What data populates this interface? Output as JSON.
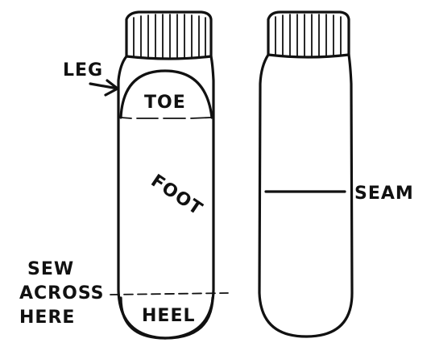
{
  "labels": {
    "leg": "LEG",
    "toe": "TOE",
    "foot": "FOOT",
    "heel": "HEEL",
    "seam": "SEAM",
    "instruction_line1": "SEW",
    "instruction_line2": "ACROSS",
    "instruction_line3": "HERE"
  },
  "colors": {
    "ink": "#111111",
    "paper": "#ffffff"
  }
}
